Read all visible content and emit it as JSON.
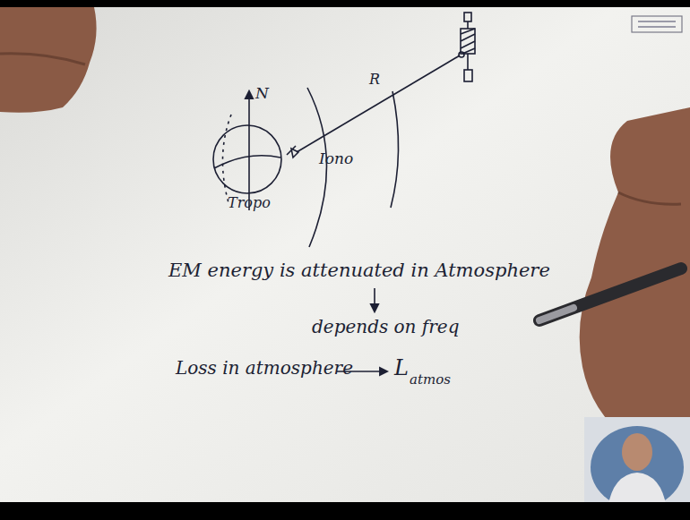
{
  "diagram": {
    "labels": [
      "N",
      "Iono",
      "R",
      "Tropo",
      "EM energy is attenuated in Atmosphere",
      "depends on freq",
      "Loss in atmosphere",
      "L",
      "atmos"
    ]
  }
}
